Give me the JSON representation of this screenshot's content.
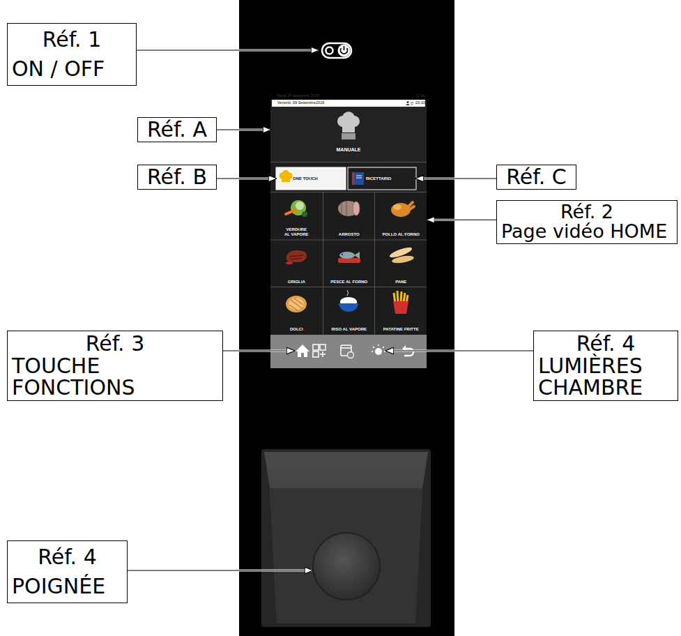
{
  "diagram": {
    "nodes": [
      {
        "text": [
          "Réf. 1",
          "ON / OFF"
        ]
      },
      {
        "text": [
          "Réf. A"
        ]
      },
      {
        "text": [
          "MANUALE"
        ]
      },
      {
        "text": [
          "Réf. B"
        ]
      },
      {
        "text": [
          "ONE TOUCH"
        ]
      },
      {
        "text": [
          "RICETTARIO"
        ]
      },
      {
        "text": [
          "Réf. C"
        ]
      },
      {
        "text": [
          "Réf. 2",
          "Page vidéo HOME"
        ]
      },
      {
        "text": [
          "VERDURE AL VAPORE"
        ]
      },
      {
        "text": [
          "ARROSTO"
        ]
      },
      {
        "text": [
          "POLLO AL FORNO"
        ]
      },
      {
        "text": [
          "GRIGLIA"
        ]
      },
      {
        "text": [
          "PESCE AL FORNO"
        ]
      },
      {
        "text": [
          "PANE"
        ]
      },
      {
        "text": [
          "DOLCI"
        ]
      },
      {
        "text": [
          "RISO AL VAPORE"
        ]
      },
      {
        "text": [
          "PATATINE FRITTE"
        ]
      },
      {
        "text": [
          "Réf. 3",
          "TOUCHE FONCTIONS"
        ]
      },
      {
        "text": [
          "Réf. 4",
          "LUMIÈRES CHAMBRE"
        ]
      },
      {
        "text": [
          "Réf. 4",
          "POIGNÉE"
        ]
      }
    ],
    "edges": [
      {
        "from": 1,
        "to": 2,
        "arrow": "to"
      },
      {
        "from": 3,
        "to": 4,
        "arrow": "to"
      },
      {
        "from": 6,
        "to": 5,
        "arrow": "to"
      },
      {
        "from": 7,
        "to": 10,
        "arrow": "to"
      }
    ],
    "labels": [
      "Mardi 29 décembre 2015",
      "11:16",
      "Venerdì, 09 Settembre2016",
      "23:33"
    ]
  }
}
